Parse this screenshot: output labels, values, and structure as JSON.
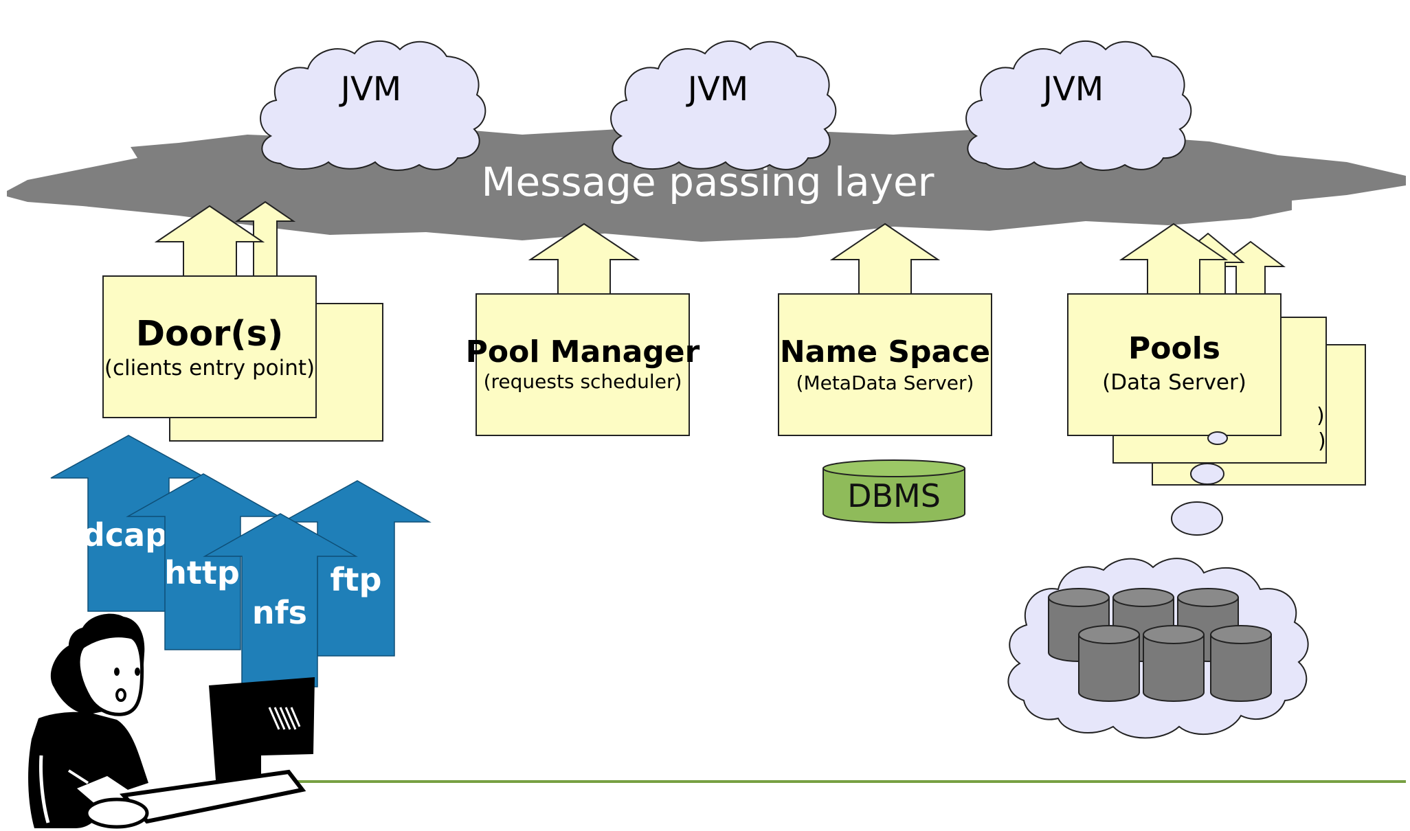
{
  "layer": {
    "label": "Message passing layer"
  },
  "jvms": [
    "JVM",
    "JVM",
    "JVM"
  ],
  "door": {
    "title": "Door(s)",
    "subtitle": "(clients entry point)"
  },
  "pool_manager": {
    "title": "Pool Manager",
    "subtitle": "(requests scheduler)"
  },
  "name_space": {
    "title": "Name Space",
    "subtitle": "(MetaData Server)"
  },
  "pools": {
    "title": "Pools",
    "subtitle": "(Data Server)"
  },
  "dbms": {
    "label": "DBMS"
  },
  "protocols": [
    "dcap",
    "http",
    "nfs",
    "ftp"
  ],
  "colors": {
    "box_fill": "#fdfcc4",
    "jvm_cloud": "#e6e6fa",
    "message_layer": "#7f7f7f",
    "protocol_arrows": "#1f7fb8",
    "dbms": "#8fbb5a",
    "ground_line": "#77a043",
    "disk": "#7a7a7a"
  }
}
